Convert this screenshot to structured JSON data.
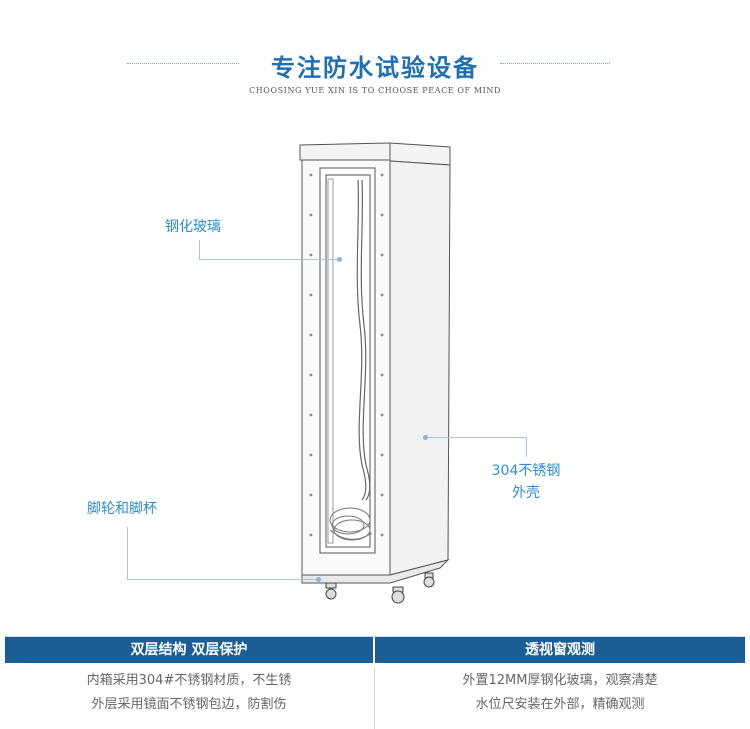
{
  "header": {
    "title": "专注防水试验设备",
    "subtitle": "CHOOSING YUE XIN IS TO CHOOSE PEACE OF MIND"
  },
  "callouts": {
    "glass": "钢化玻璃",
    "shell_line1": "304不锈钢",
    "shell_line2": "外壳",
    "casters": "脚轮和脚杯"
  },
  "table": {
    "headers": [
      "双层结构 双层保护",
      "透视窗观测"
    ],
    "col1_lines": [
      "内箱采用304#不锈钢材质，不生锈",
      "外层采用镜面不锈钢包边，防割伤"
    ],
    "col2_lines": [
      "外置12MM厚钢化玻璃，观察清楚",
      "水位尺安装在外部，精确观测"
    ]
  },
  "colors": {
    "accent": "#1f6fb3",
    "callout": "#2b8ed4",
    "table_header": "#1b5e96"
  },
  "icons": [
    "cabinet-illustration",
    "chain-icon",
    "caster-wheel-icon"
  ]
}
